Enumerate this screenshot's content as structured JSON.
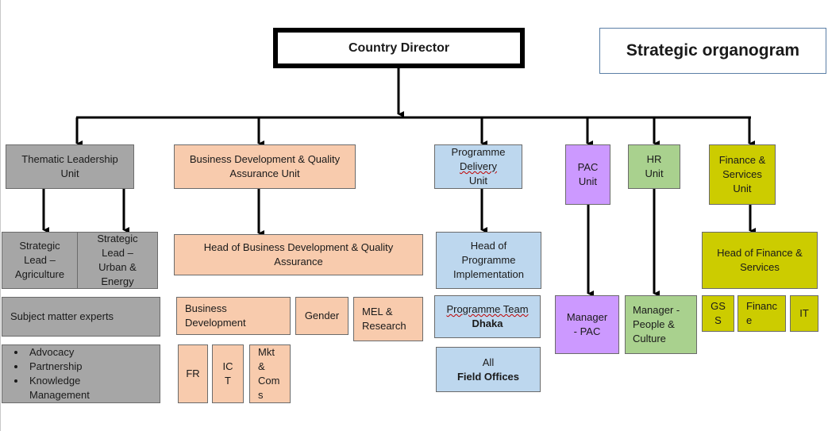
{
  "title": "Strategic organogram",
  "top": "Country Director",
  "units": {
    "thematic": [
      "Thematic Leadership",
      "Unit"
    ],
    "bdqa": [
      "Business Development & Quality",
      "Assurance Unit"
    ],
    "programme": [
      "Programme",
      "Delivery",
      "Unit"
    ],
    "pac": [
      "PAC",
      "Unit"
    ],
    "hr": [
      "HR",
      "Unit"
    ],
    "finance": [
      "Finance &",
      "Services",
      "Unit"
    ]
  },
  "thematic_children": {
    "strategic_agriculture": [
      "Strategic",
      "Lead –",
      "Agriculture"
    ],
    "strategic_urban": [
      "Strategic",
      "Lead –",
      "Urban &",
      "Energy"
    ],
    "sme": "Subject matter experts",
    "bullets": [
      "Advocacy",
      "Partnership",
      "Knowledge",
      "Management"
    ]
  },
  "bdqa_children": {
    "head": [
      "Head of Business Development & Quality",
      "Assurance"
    ],
    "business_development": [
      "Business",
      "Development"
    ],
    "gender": "Gender",
    "mel": [
      "MEL &",
      "Research"
    ],
    "fr": "FR",
    "ict": [
      "IC",
      "T"
    ],
    "mkt": [
      "Mkt",
      "&",
      "Com",
      "s"
    ]
  },
  "programme_children": {
    "head": [
      "Head of",
      "Programme",
      "Implementation"
    ],
    "team": [
      "Programme Team",
      "Dhaka"
    ],
    "field": [
      "All",
      "Field Offices"
    ]
  },
  "pac_children": {
    "manager": [
      "Manager",
      "- PAC"
    ]
  },
  "hr_children": {
    "manager": [
      "Manager -",
      "People &",
      "Culture"
    ]
  },
  "finance_children": {
    "head": [
      "Head of Finance &",
      "Services"
    ],
    "gs": [
      "GS",
      "S"
    ],
    "finance": [
      "Financ",
      "e"
    ],
    "it": "IT"
  },
  "colors": {
    "grey": "#a6a6a6",
    "peach": "#f8cbad",
    "blue": "#bdd7ee",
    "purple": "#cc99ff",
    "green": "#a9d18e",
    "olive": "#cccc00"
  }
}
